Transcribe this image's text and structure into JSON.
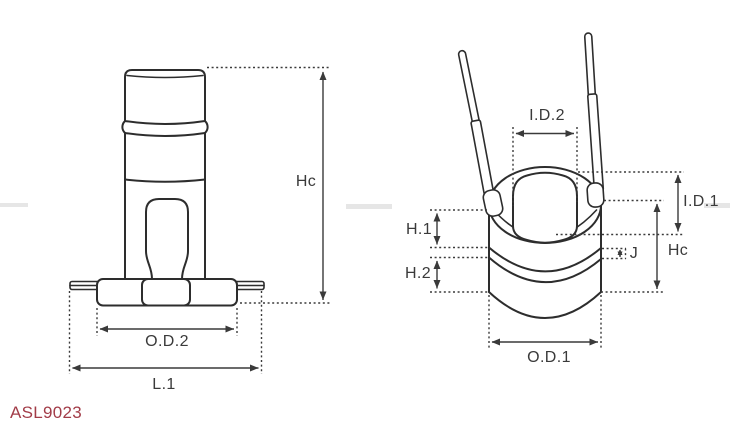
{
  "part_number": "ASL9023",
  "diagram": {
    "labels": {
      "hc_left": "Hc",
      "od2": "O.D.2",
      "l1": "L.1",
      "id2": "I.D.2",
      "id1": "I.D.1",
      "h1": "H.1",
      "h2": "H.2",
      "j": "J",
      "hc_right": "Hc",
      "od1": "O.D.1"
    }
  },
  "colors": {
    "outline": "#2d2d2d",
    "dimension": "#3a3a3a",
    "part_number": "#A23C48",
    "background": "#ffffff"
  }
}
